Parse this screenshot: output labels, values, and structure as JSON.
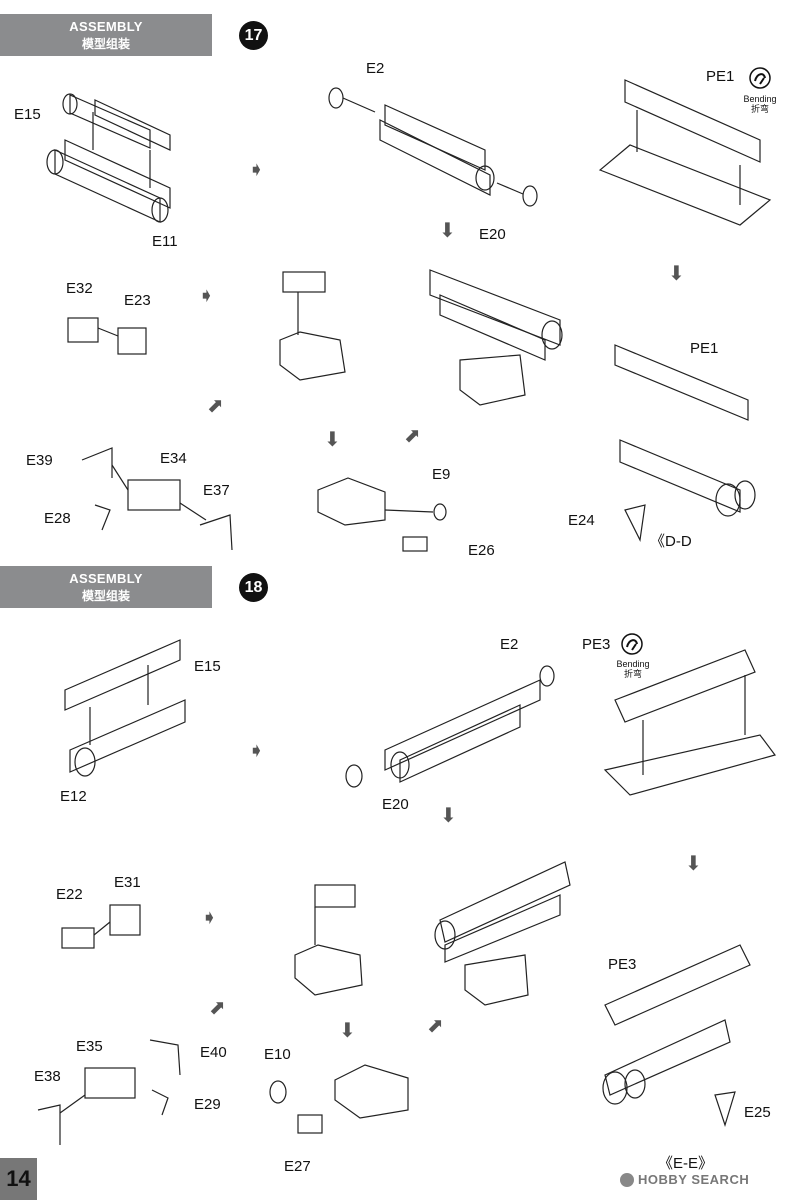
{
  "section17": {
    "header_en": "ASSEMBLY",
    "header_cn": "模型组装",
    "step": "17",
    "labels": {
      "e15": "E15",
      "e11": "E11",
      "e2": "E2",
      "e20": "E20",
      "pe1_top": "PE1",
      "bending_en": "Bending",
      "bending_cn": "折弯",
      "e32": "E32",
      "e23": "E23",
      "pe1_bottom": "PE1",
      "e39": "E39",
      "e34": "E34",
      "e37": "E37",
      "e28": "E28",
      "e9": "E9",
      "e26": "E26",
      "e24": "E24",
      "view": "《D-D"
    }
  },
  "section18": {
    "header_en": "ASSEMBLY",
    "header_cn": "模型组装",
    "step": "18",
    "labels": {
      "e15": "E15",
      "e12": "E12",
      "e2": "E2",
      "e20": "E20",
      "pe3_top": "PE3",
      "bending_en": "Bending",
      "bending_cn": "折弯",
      "e22": "E22",
      "e31": "E31",
      "e35": "E35",
      "e40": "E40",
      "e38": "E38",
      "e29": "E29",
      "e10": "E10",
      "e27": "E27",
      "pe3_bottom": "PE3",
      "e25": "E25",
      "view": "《E-E》"
    }
  },
  "footer": {
    "page_number": "14",
    "watermark": "HOBBY SEARCH"
  }
}
